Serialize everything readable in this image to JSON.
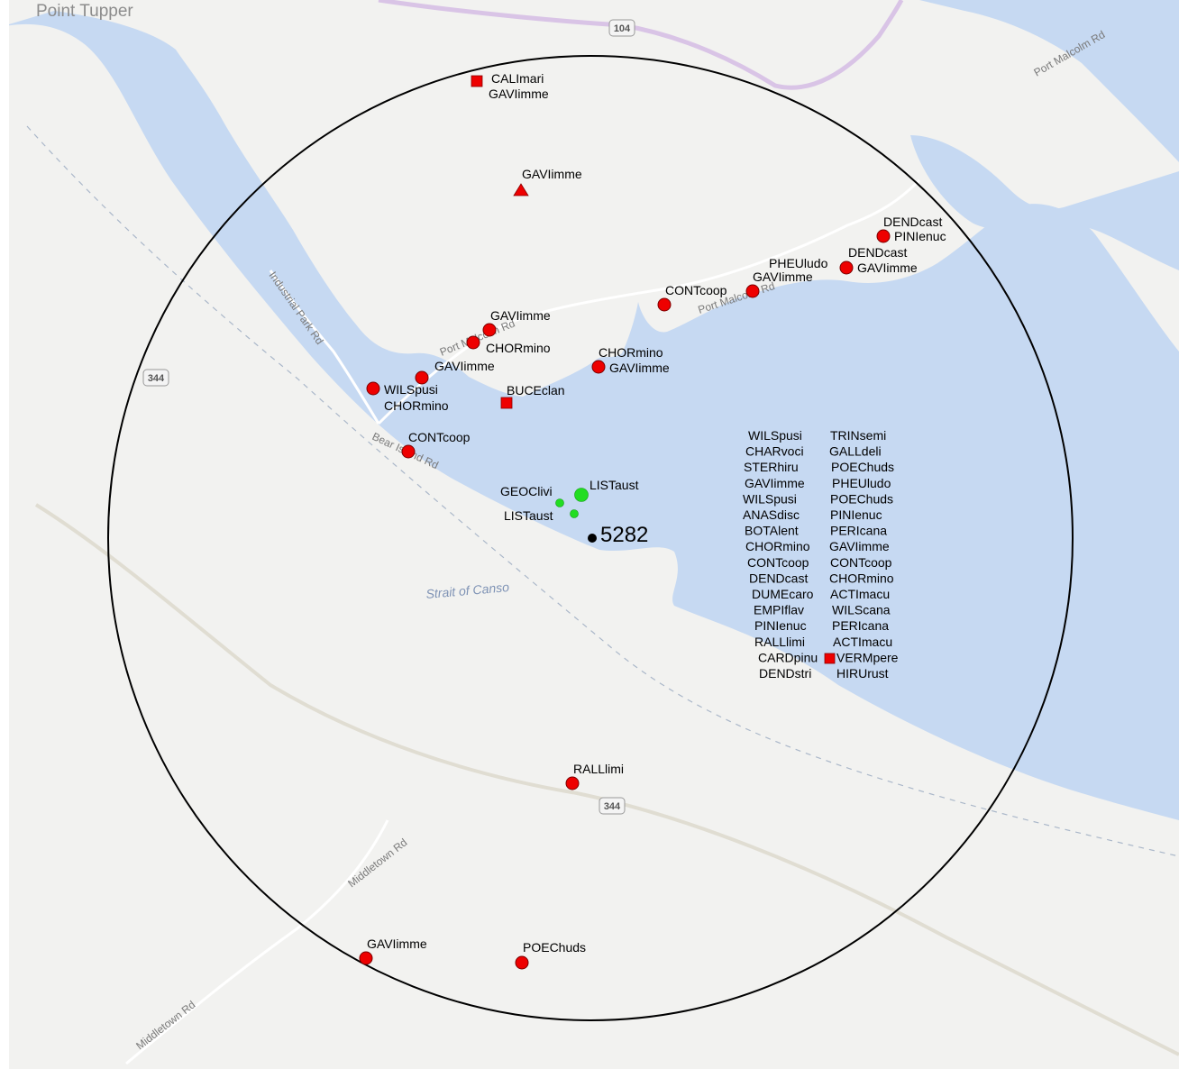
{
  "map": {
    "place_label": "Point Tupper",
    "water_label": "Strait of Canso",
    "site_label": "5282",
    "roads": {
      "industrial_park": "Industrial Park Rd",
      "port_malcolm_ne": "Port Malcolm Rd",
      "port_malcolm_mid": "Port Malcolm Rd",
      "port_malcolm_w": "Port Malcolm Rd",
      "bear_island": "Bear Island Rd",
      "middletown_1": "Middletown Rd",
      "middletown_2": "Middletown Rd"
    },
    "shields": {
      "r104": "104",
      "r344_w": "344",
      "r344_s": "344"
    },
    "colors": {
      "land": "#f2f2f0",
      "water": "#c6d9f2",
      "record_red": "#ee0000",
      "record_green": "#22dd22",
      "circle": "#000000"
    }
  },
  "records": {
    "cali_square": [
      "CALImari",
      "GAVIimme"
    ],
    "gavi_triangle": "GAVIimme",
    "dendcast_1": [
      "DENDcast",
      "PINIenuc"
    ],
    "dendcast_2": [
      "DENDcast",
      "GAVIimme"
    ],
    "pheu": [
      "PHEUludo",
      "GAVIimme"
    ],
    "contcoop_ne": "CONTcoop",
    "gavi_w1": "GAVIimme",
    "chor_w1": "CHORmino",
    "chor_gavi_mid": [
      "CHORmino",
      "GAVIimme"
    ],
    "gavi_w2": "GAVIimme",
    "wils_chor": [
      "WILSpusi",
      "CHORmino"
    ],
    "buce_square": "BUCEclan",
    "contcoop_w": "CONTcoop",
    "list_big": "LISTaust",
    "geoc": "GEOClivi",
    "list_small": "LISTaust",
    "rall": "RALLlimi",
    "gavi_sw": "GAVIimme",
    "poec_s": "POEChuds",
    "list_col_1": [
      "WILSpusi",
      "CHARvoci",
      "STERhiru",
      "GAVIimme",
      "WILSpusi",
      "ANASdisc",
      "BOTAlent",
      "CHORmino",
      "CONTcoop",
      "DENDcast",
      "DUMEcaro",
      "EMPIflav",
      "PINIenuc",
      "RALLlimi",
      "CARDpinu",
      "DENDstri"
    ],
    "list_col_2": [
      "TRINsemi",
      "GALLdeli",
      "POEChuds",
      "PHEUludo",
      "POEChuds",
      "PINIenuc",
      "PERIcana",
      "GAVIimme",
      "CONTcoop",
      "CHORmino",
      "ACTImacu",
      "WILScana",
      "PERIcana",
      "ACTImacu",
      "VERMpere",
      "HIRUrust"
    ]
  }
}
